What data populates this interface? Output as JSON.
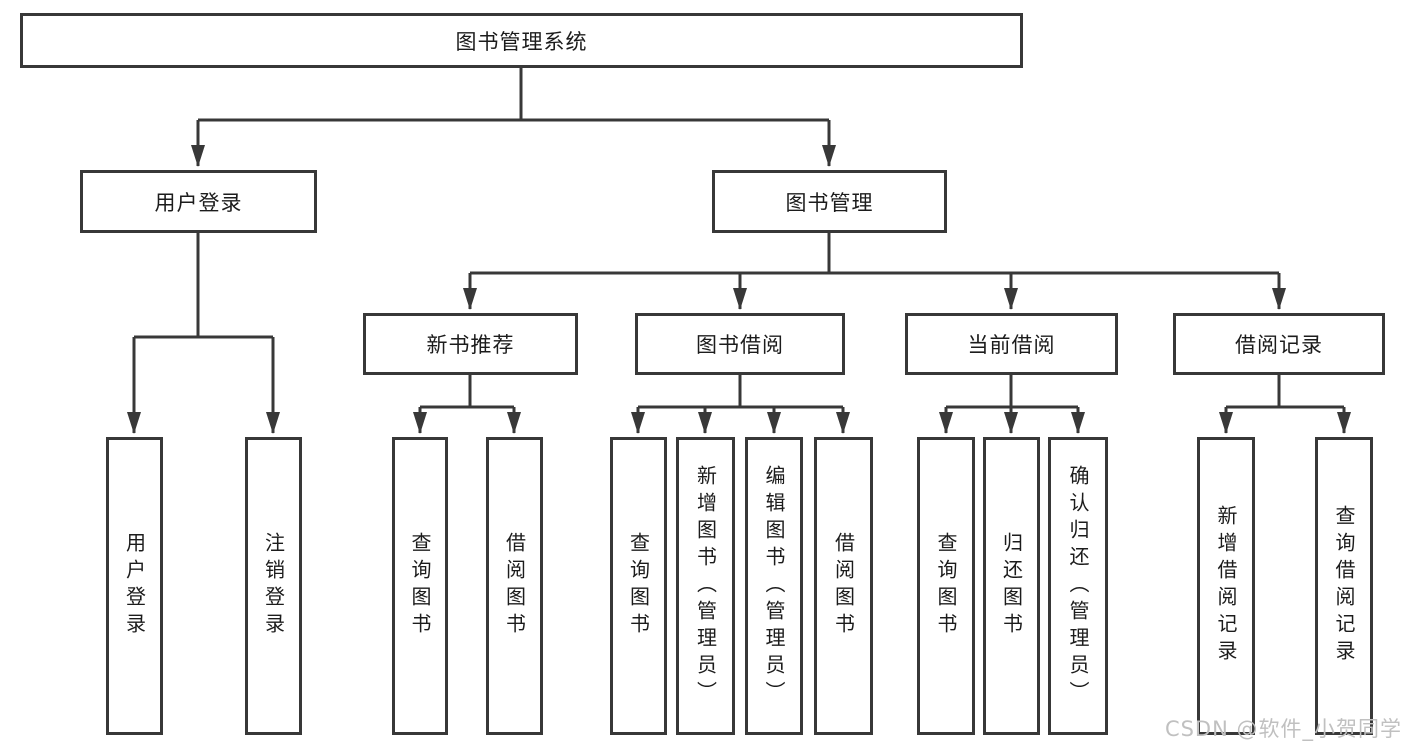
{
  "diagram_type": "hierarchy-tree",
  "colors": {
    "line": "#383838",
    "box_border": "#383838",
    "text": "#1c1c1c",
    "watermark": "#c0c0c0",
    "background": "#ffffff"
  },
  "tree": {
    "label": "图书管理系统",
    "children": [
      {
        "label": "用户登录",
        "children": [
          {
            "label": "用户登录"
          },
          {
            "label": "注销登录"
          }
        ]
      },
      {
        "label": "图书管理",
        "children": [
          {
            "label": "新书推荐",
            "children": [
              {
                "label": "查询图书"
              },
              {
                "label": "借阅图书"
              }
            ]
          },
          {
            "label": "图书借阅",
            "children": [
              {
                "label": "查询图书"
              },
              {
                "label": "新增图书（管理员）"
              },
              {
                "label": "编辑图书（管理员）"
              },
              {
                "label": "借阅图书"
              }
            ]
          },
          {
            "label": "当前借阅",
            "children": [
              {
                "label": "查询图书"
              },
              {
                "label": "归还图书"
              },
              {
                "label": "确认归还（管理员）"
              }
            ]
          },
          {
            "label": "借阅记录",
            "children": [
              {
                "label": "新增借阅记录"
              },
              {
                "label": "查询借阅记录"
              }
            ]
          }
        ]
      }
    ]
  },
  "watermark": {
    "text": "CSDN @软件_小贺同学"
  }
}
